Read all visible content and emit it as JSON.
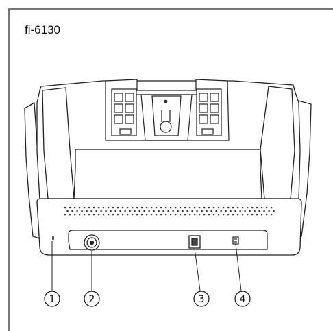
{
  "figure": {
    "model": "fi-6130"
  },
  "callouts": [
    {
      "label": "1",
      "part": "kensington-slot"
    },
    {
      "label": "2",
      "part": "power-connector"
    },
    {
      "label": "3",
      "part": "usb-connector"
    },
    {
      "label": "4",
      "part": "ea-connector"
    }
  ]
}
